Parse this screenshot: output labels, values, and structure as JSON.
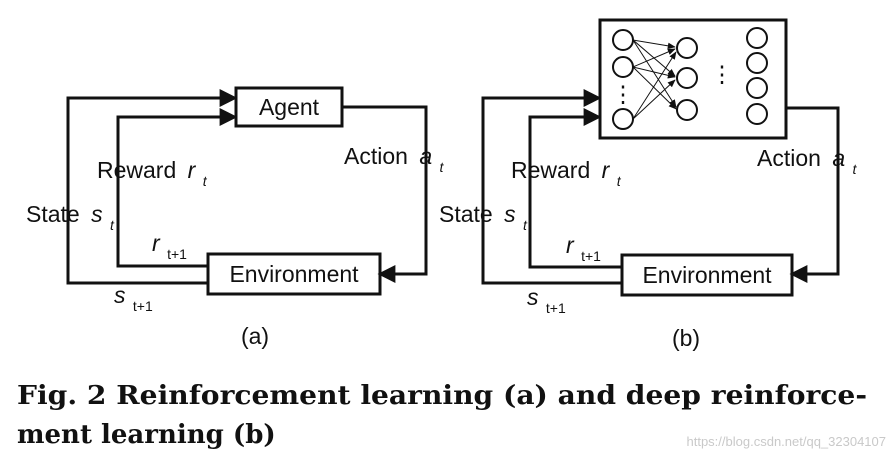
{
  "panels": [
    {
      "agent_label": "Agent",
      "environment_label": "Environment",
      "action_label": "Action",
      "action_var": "a",
      "action_sub": "t",
      "reward_label": "Reward",
      "reward_var": "r",
      "reward_sub": "t",
      "state_label": "State",
      "state_var": "s",
      "state_sub": "t",
      "next_reward_var": "r",
      "next_reward_sub": "t+1",
      "next_state_var": "s",
      "next_state_sub": "t+1",
      "panel_label": "(a)"
    },
    {
      "environment_label": "Environment",
      "action_label": "Action",
      "action_var": "a",
      "action_sub": "t",
      "reward_label": "Reward",
      "reward_var": "r",
      "reward_sub": "t",
      "state_label": "State",
      "state_var": "s",
      "state_sub": "t",
      "next_reward_var": "r",
      "next_reward_sub": "t+1",
      "next_state_var": "s",
      "next_state_sub": "t+1",
      "panel_label": "(b)",
      "ellipsis": "⋮"
    }
  ],
  "caption": {
    "line1": "Fig. 2  Reinforcement learning (a) and deep reinforce-",
    "line2": "ment learning (b)"
  },
  "watermark": "https://blog.csdn.net/qq_32304107"
}
